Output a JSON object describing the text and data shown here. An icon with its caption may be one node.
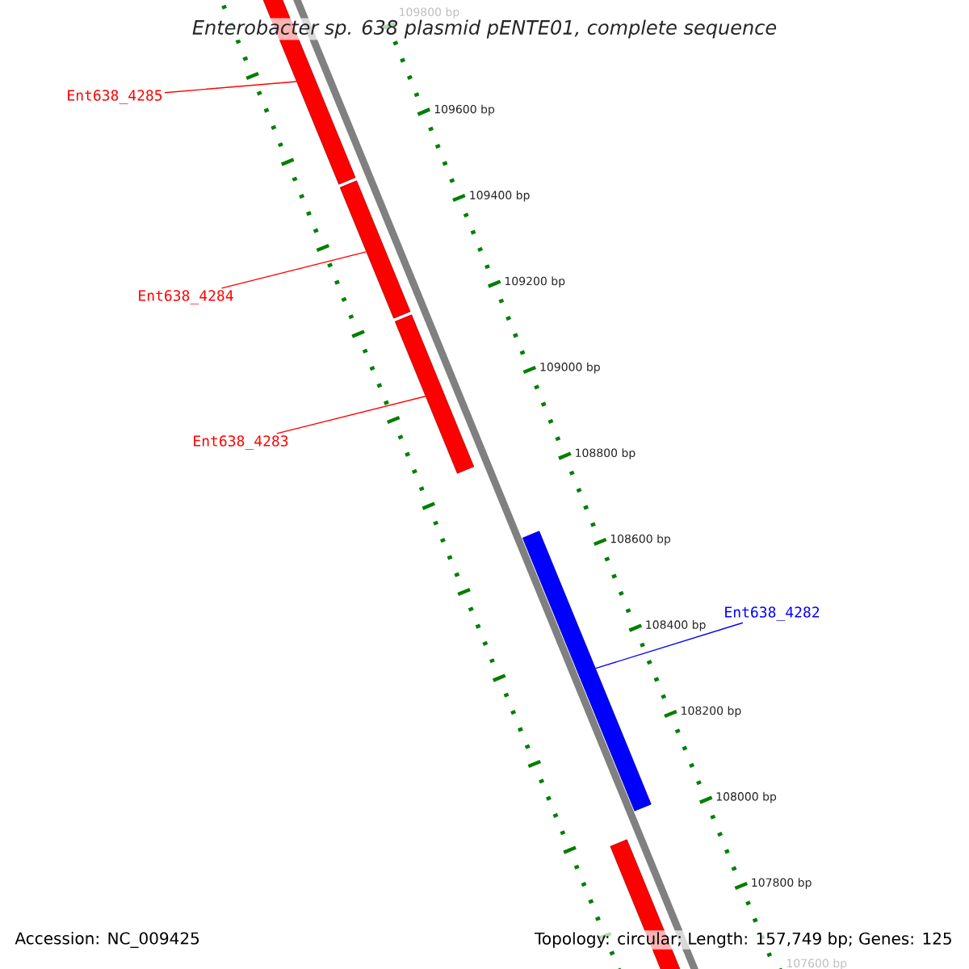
{
  "diagram": {
    "title": "Enterobacter sp. 638 plasmid pENTE01, complete sequence",
    "nodes": [
      {
        "text": [
          "Ent638_4285"
        ]
      },
      {
        "text": [],
        "shape": "bar"
      },
      {
        "text": [
          "Ent638_4284"
        ]
      },
      {
        "text": [],
        "shape": "bar"
      },
      {
        "text": [
          "Ent638_4283"
        ]
      },
      {
        "text": [],
        "shape": "bar"
      },
      {
        "text": [
          "Ent638_4282"
        ]
      },
      {
        "text": [],
        "shape": "bar"
      },
      {
        "text": [],
        "shape": "bar"
      }
    ],
    "edges": [
      {
        "from": 0,
        "to": 1,
        "arrow": "none"
      },
      {
        "from": 2,
        "to": 3,
        "arrow": "none"
      },
      {
        "from": 4,
        "to": 5,
        "arrow": "none"
      },
      {
        "from": 6,
        "to": 7,
        "arrow": "none",
        "color": "#0000ff"
      }
    ],
    "labels": [
      "109800 bp",
      "109600 bp",
      "109400 bp",
      "109200 bp",
      "109000 bp",
      "108800 bp",
      "108600 bp",
      "108400 bp",
      "108200 bp",
      "108000 bp",
      "107800 bp",
      "107600 bp",
      "Accession: NC_009425",
      "Topology: circular; Length: 157,749 bp; Genes: 125"
    ]
  }
}
